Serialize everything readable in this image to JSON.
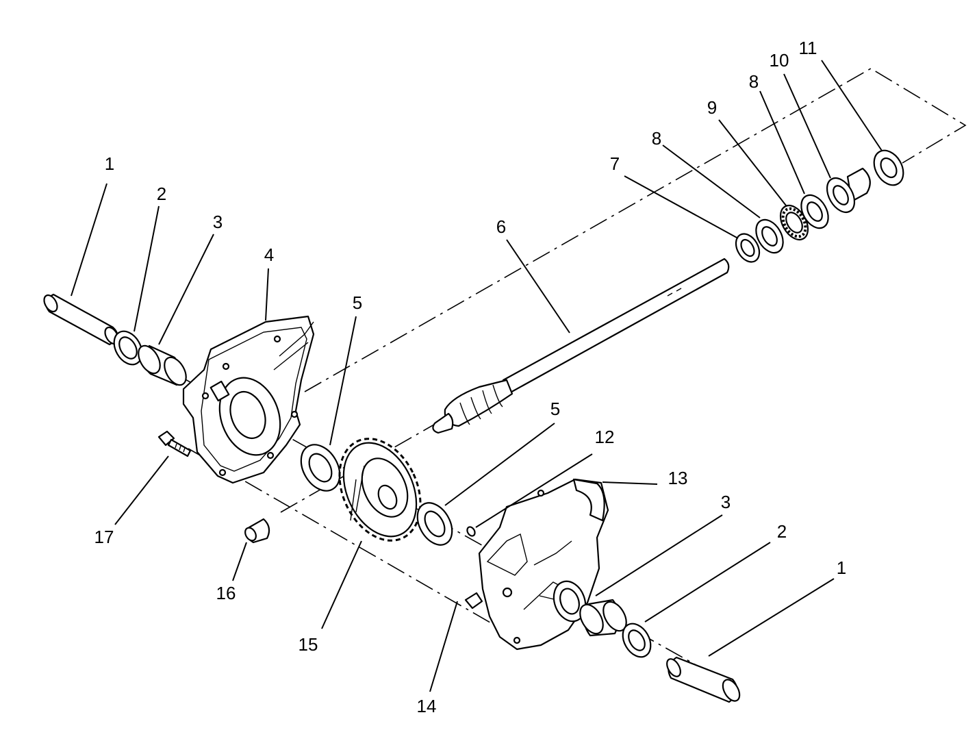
{
  "callouts": [
    {
      "id": "c1a",
      "text": "1"
    },
    {
      "id": "c2a",
      "text": "2"
    },
    {
      "id": "c3a",
      "text": "3"
    },
    {
      "id": "c4",
      "text": "4"
    },
    {
      "id": "c5a",
      "text": "5"
    },
    {
      "id": "c6",
      "text": "6"
    },
    {
      "id": "c7",
      "text": "7"
    },
    {
      "id": "c8a",
      "text": "8"
    },
    {
      "id": "c9",
      "text": "9"
    },
    {
      "id": "c8b",
      "text": "8"
    },
    {
      "id": "c10",
      "text": "10"
    },
    {
      "id": "c11",
      "text": "11"
    },
    {
      "id": "c5b",
      "text": "5"
    },
    {
      "id": "c12",
      "text": "12"
    },
    {
      "id": "c13",
      "text": "13"
    },
    {
      "id": "c3b",
      "text": "3"
    },
    {
      "id": "c2b",
      "text": "2"
    },
    {
      "id": "c1b",
      "text": "1"
    },
    {
      "id": "c17",
      "text": "17"
    },
    {
      "id": "c16",
      "text": "16"
    },
    {
      "id": "c15",
      "text": "15"
    },
    {
      "id": "c14",
      "text": "14"
    }
  ]
}
